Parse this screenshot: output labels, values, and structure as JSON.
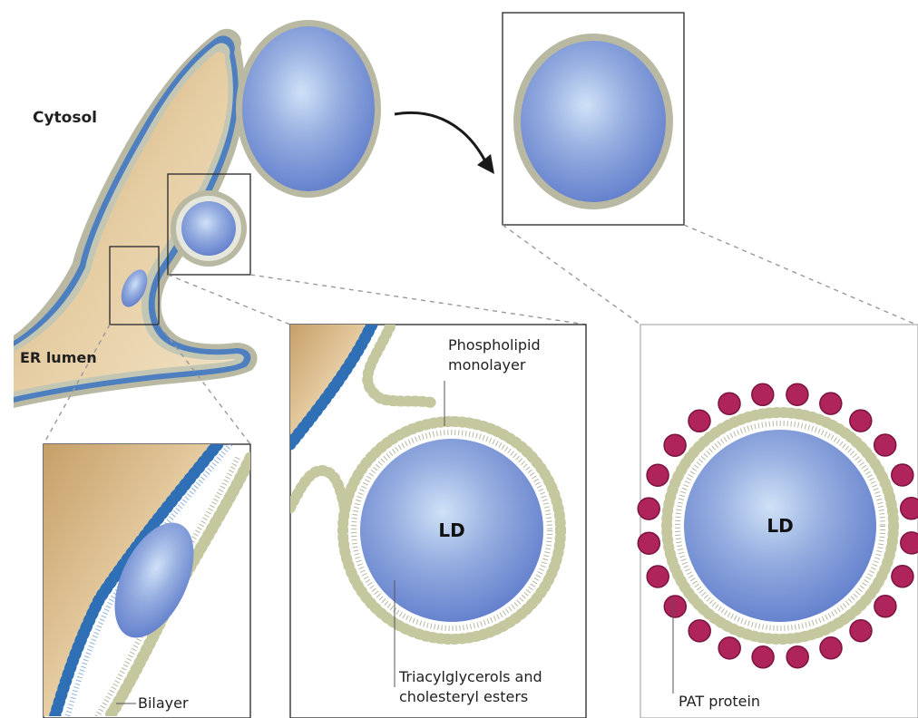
{
  "labels": {
    "cytosol": "Cytosol",
    "er_lumen": "ER lumen",
    "phospholipid_monolayer": [
      "Phospholipid",
      "monolayer"
    ],
    "ld_middle": "LD",
    "ld_right": "LD",
    "triacylglycerols": [
      "Triacylglycerols and",
      "cholesteryl esters"
    ],
    "bilayer": "Bilayer",
    "pat_protein": "PAT protein"
  },
  "colors": {
    "lumen": "#d9b98a",
    "er_membrane_outer": "#b8b8a4",
    "er_membrane_inner": "#4f7fbe",
    "droplet_core": "#7d97d6",
    "droplet_highlight": "#c8dcf5",
    "monolayer_head": "#c5c79f",
    "bilayer_head_blue": "#2f6fb5",
    "pat_protein": "#b0245c",
    "frame": "#333333"
  }
}
